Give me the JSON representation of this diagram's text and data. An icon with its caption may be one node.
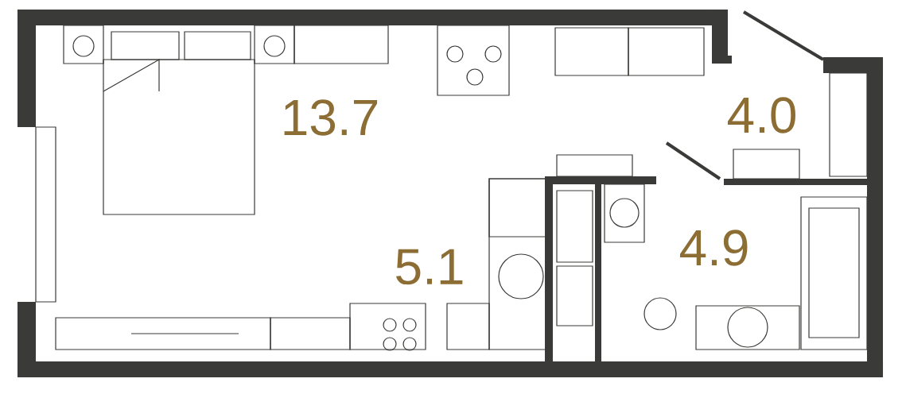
{
  "diagram": {
    "labels": [
      "13.7",
      "4.0",
      "5.1",
      "4.9"
    ]
  }
}
